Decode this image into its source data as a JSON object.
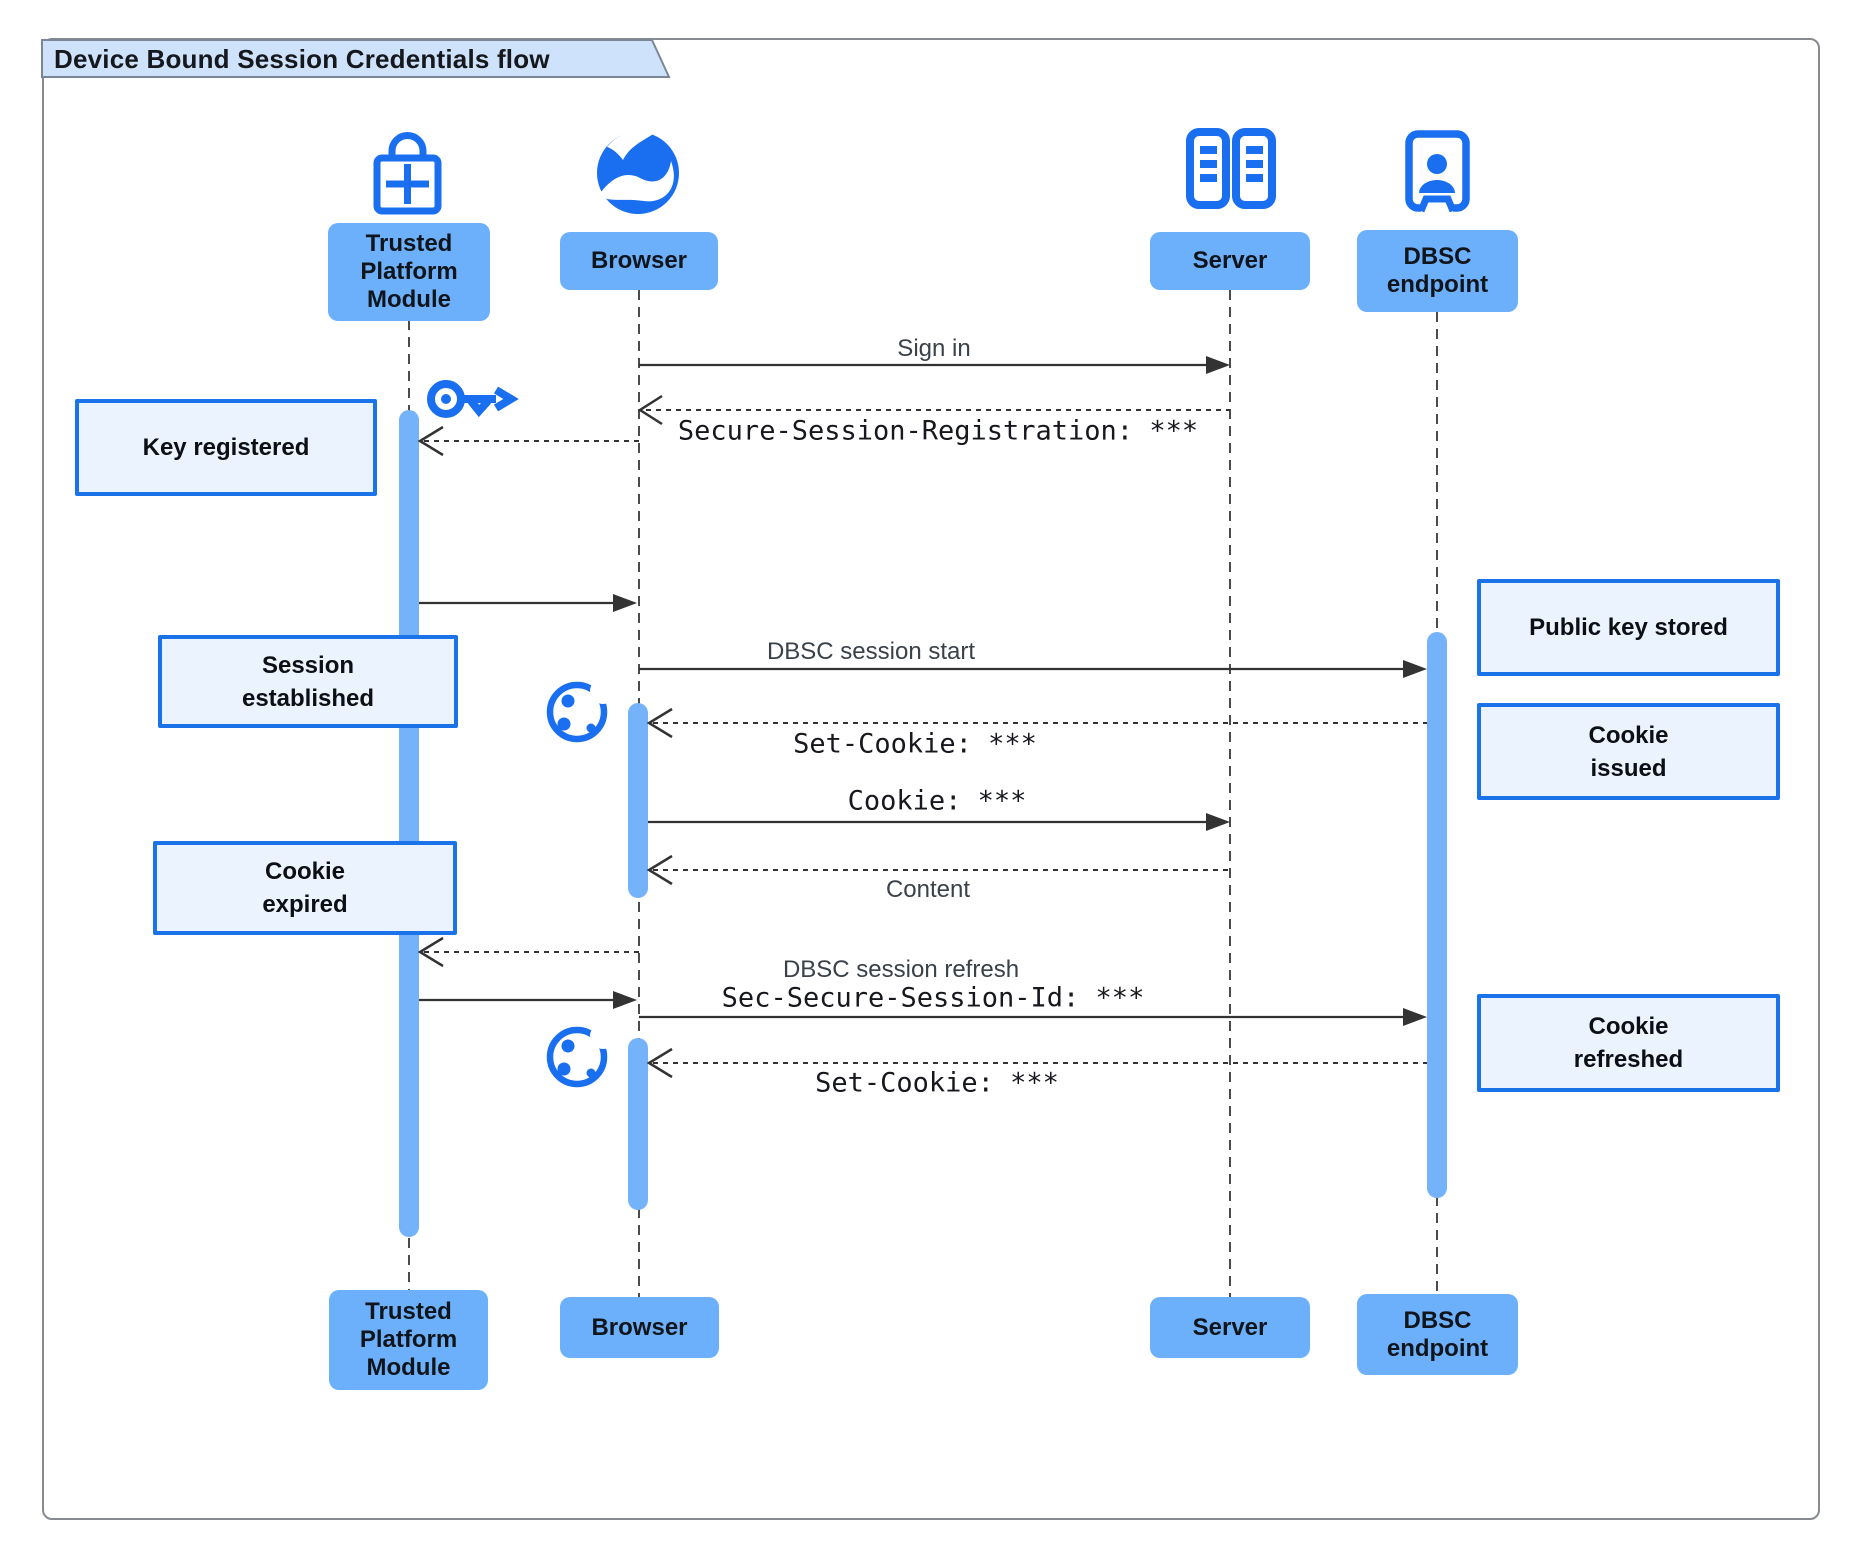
{
  "title": "Device Bound Session Credentials flow",
  "actors": {
    "tpm": "Trusted\nPlatform\nModule",
    "browser": "Browser",
    "server": "Server",
    "dbsc": "DBSC\nendpoint"
  },
  "notes": {
    "key_registered": "Key registered",
    "session_established": "Session\nestablished",
    "cookie_expired": "Cookie\nexpired",
    "public_key_stored": "Public key stored",
    "cookie_issued": "Cookie\nissued",
    "cookie_refreshed": "Cookie\nrefreshed"
  },
  "messages": {
    "sign_in": "Sign in",
    "secure_session_registration": "Secure-Session-Registration: ***",
    "dbsc_session_start": "DBSC session start",
    "set_cookie_1": "Set-Cookie: ***",
    "cookie": "Cookie: ***",
    "content": "Content",
    "dbsc_session_refresh": "DBSC session refresh",
    "sec_secure_session_id": "Sec-Secure-Session-Id: ***",
    "set_cookie_2": "Set-Cookie: ***"
  },
  "icons": {
    "tpm": "lock-plus-icon",
    "browser": "globe-icon",
    "server": "server-rack-icon",
    "dbsc": "person-frame-icon",
    "key": "key-icon",
    "cookie": "cookie-icon"
  },
  "colors": {
    "icon_blue": "#1a6ff0",
    "actor_fill": "#6cb0fb",
    "activation_fill": "#74b2fa",
    "note_fill": "#ebf3fe",
    "note_border": "#1a73e8",
    "title_fill": "#cfe2fb"
  }
}
